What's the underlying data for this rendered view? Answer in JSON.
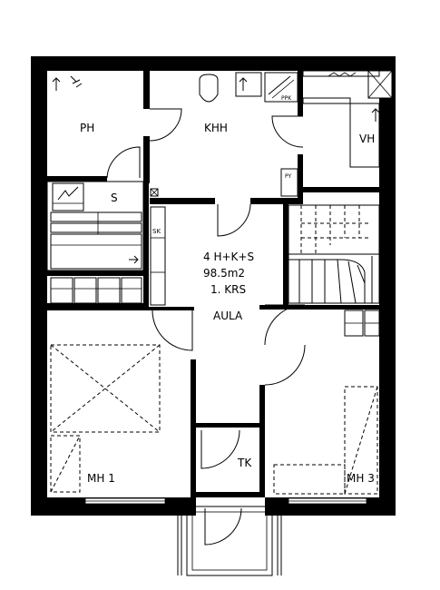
{
  "plan": {
    "summary_line1": "4 H+K+S",
    "summary_line2": "98.5m2",
    "summary_line3": "1. KRS",
    "hall": "AULA",
    "rooms": {
      "ph": "PH",
      "khh": "KHH",
      "vh": "VH",
      "s": "S",
      "sk": "SK",
      "py": "PY",
      "ppk": "PPK",
      "tk": "TK",
      "mh1": "MH 1",
      "mh3": "MH 3"
    }
  },
  "colors": {
    "ink": "#000000",
    "paper": "#ffffff"
  }
}
